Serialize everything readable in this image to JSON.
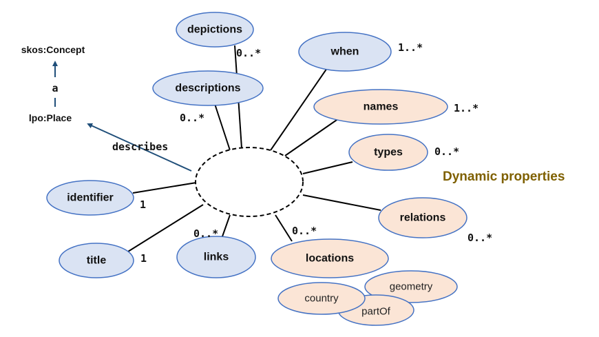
{
  "nodes": {
    "depictions": "depictions",
    "descriptions": "descriptions",
    "when": "when",
    "names": "names",
    "types": "types",
    "identifier": "identifier",
    "relations": "relations",
    "title": "title",
    "links": "links",
    "locations": "locations",
    "country": "country",
    "geometry": "geometry",
    "partOf": "partOf"
  },
  "cardinalities": {
    "depictions": "0..*",
    "descriptions": "0..*",
    "when": "1..*",
    "names": "1..*",
    "types": "0..*",
    "identifier": "1",
    "relations": "0..*",
    "title": "1",
    "links": "0..*",
    "locations": "0..*"
  },
  "hierarchy": {
    "concept": "skos:Concept",
    "a_label": "a",
    "place": "lpo:Place",
    "describes": "describes"
  },
  "legend": {
    "dynamic_properties": "Dynamic properties"
  },
  "colors": {
    "static_fill": "#dae3f3",
    "dynamic_fill": "#fbe5d6",
    "outline": "#4472c4",
    "legend_text": "#7f6000",
    "arrow": "#1f4e79"
  }
}
